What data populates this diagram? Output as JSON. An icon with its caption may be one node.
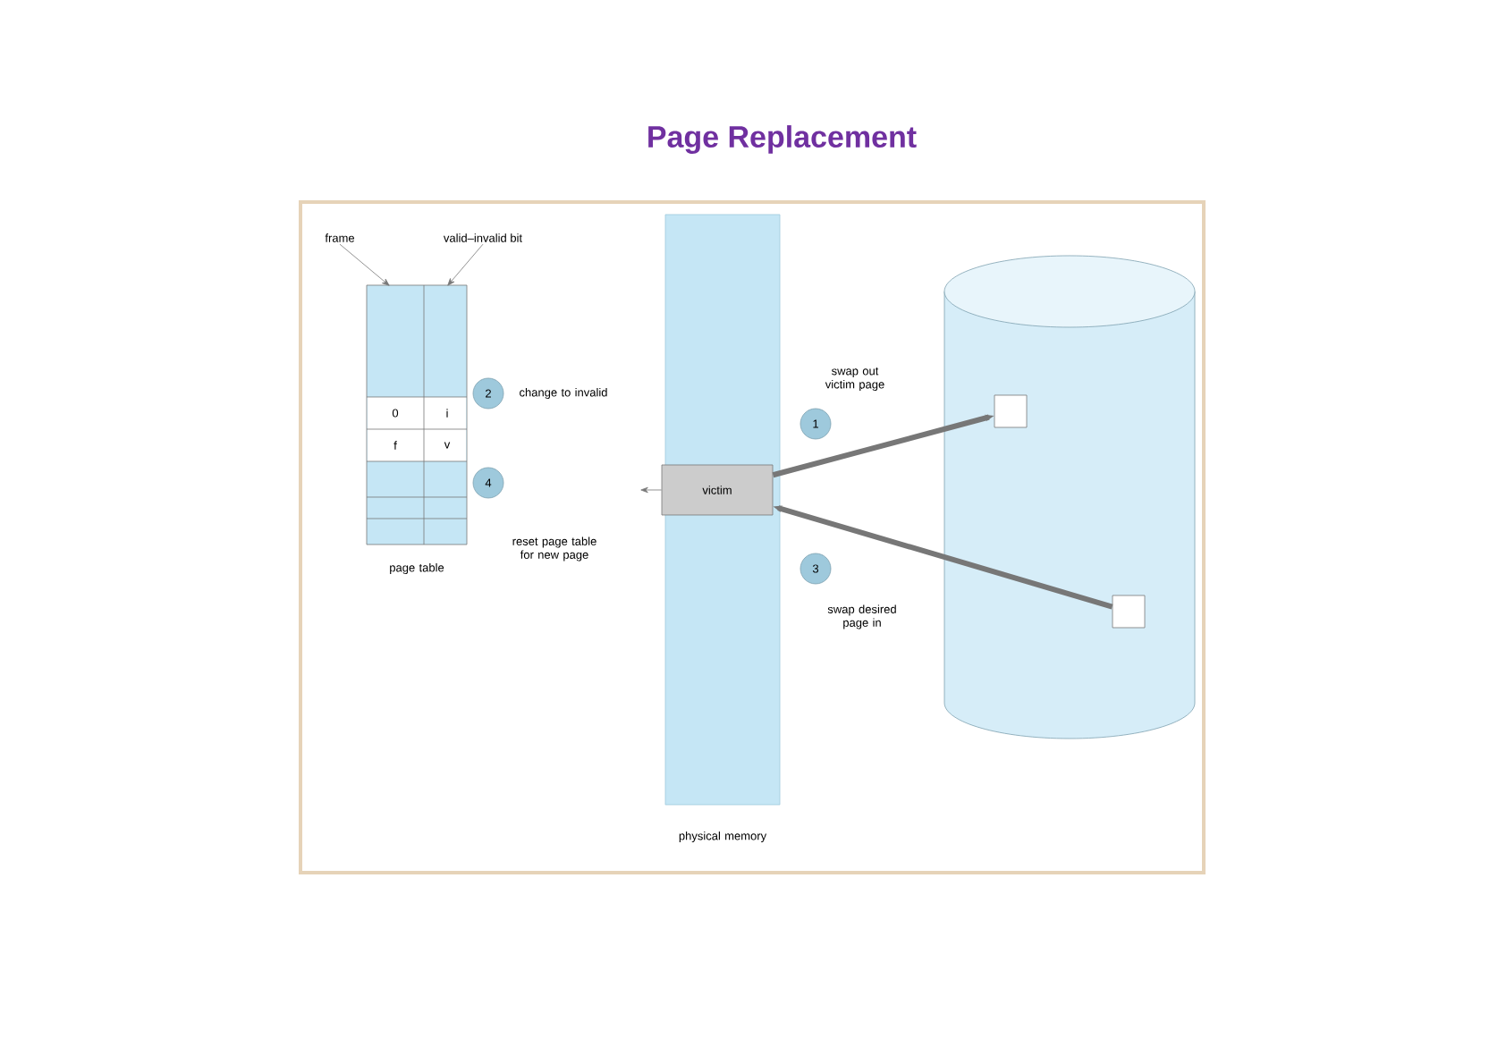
{
  "diagram": {
    "title": "Page Replacement",
    "nodes": [
      {
        "text": [
          "frame"
        ]
      },
      {
        "text": [
          "valid–invalid bit"
        ]
      },
      {
        "text": [],
        "shape": "box",
        "beside": [
          "page table"
        ]
      },
      {
        "text": [
          "2"
        ],
        "beside": [
          "change to invalid"
        ]
      },
      {
        "text": [
          "4"
        ],
        "beside": [
          "reset page table for new page"
        ]
      },
      {
        "text": [],
        "shape": "bar",
        "beside": [
          "physical memory"
        ]
      },
      {
        "text": [
          "victim"
        ],
        "in": 5
      },
      {
        "text": [
          "1"
        ],
        "beside": [
          "swap out victim page"
        ]
      },
      {
        "text": [
          "3"
        ],
        "beside": [
          "swap desired page in"
        ]
      },
      {
        "text": [],
        "shape": "cylinder"
      },
      {
        "text": [],
        "shape": "box",
        "in": 9
      },
      {
        "text": [],
        "shape": "box",
        "in": 9
      }
    ],
    "edges": [
      {
        "from": 0,
        "to": 2,
        "arrow": "to"
      },
      {
        "from": 1,
        "to": 2,
        "arrow": "to"
      },
      {
        "from": 6,
        "to": 10,
        "arrow": "to",
        "style": "thick"
      },
      {
        "from": 11,
        "to": 6,
        "arrow": "to",
        "style": "thick"
      },
      {
        "from": 6,
        "to": null,
        "arrow": "to"
      }
    ],
    "labels": [
      "0",
      "i",
      "f",
      "v"
    ]
  }
}
